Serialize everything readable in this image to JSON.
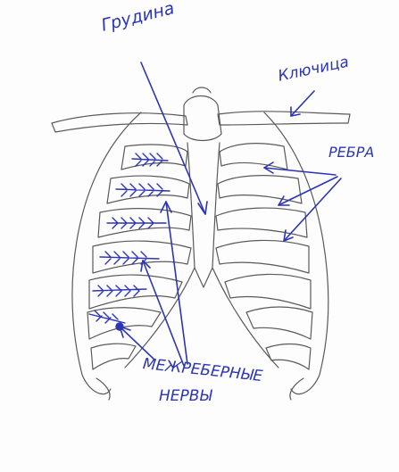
{
  "labels": {
    "sternum": "Грудина",
    "clavicle": "Ключица",
    "ribs": "РЕБРА",
    "intercostal_nerves_line1": "МЕЖРЕБЕРНЫЕ",
    "intercostal_nerves_line2": "НЕРВЫ"
  },
  "colors": {
    "ink": "#2c35b5",
    "pencil": "#5a5a5a",
    "paper": "#fdfdfd"
  }
}
